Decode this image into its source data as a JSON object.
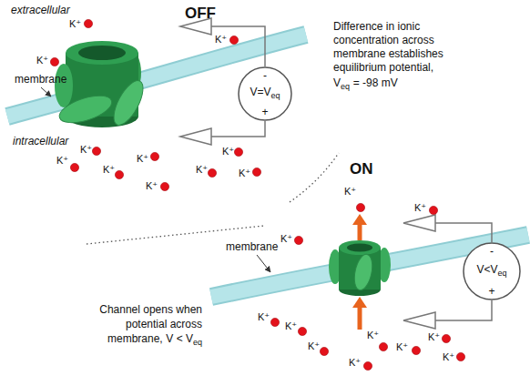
{
  "diagram": {
    "nodes": [
      {
        "text": [
          "-",
          "V=V",
          "eq",
          "+"
        ]
      },
      {
        "text": [
          "-",
          "V<V",
          "eq",
          "+"
        ]
      }
    ],
    "labels": [
      "extracellular",
      "intracellular",
      "OFF",
      "membrane",
      "Difference in ionic concentration across membrane establishes equilibrium potential,",
      "V",
      "eq",
      "= -98 mV",
      "ON",
      "membrane",
      "Channel opens when potential across membrane,",
      "V < V",
      "eq",
      "K⁺",
      "K⁺",
      "K⁺",
      "K⁺",
      "K⁺",
      "K⁺",
      "K⁺",
      "K⁺",
      "K⁺",
      "K⁺",
      "K⁺",
      "K⁺",
      "K⁺",
      "K⁺",
      "K⁺",
      "K⁺",
      "K⁺",
      "K⁺",
      "K⁺",
      "K⁺",
      "K⁺",
      "K⁺"
    ]
  }
}
